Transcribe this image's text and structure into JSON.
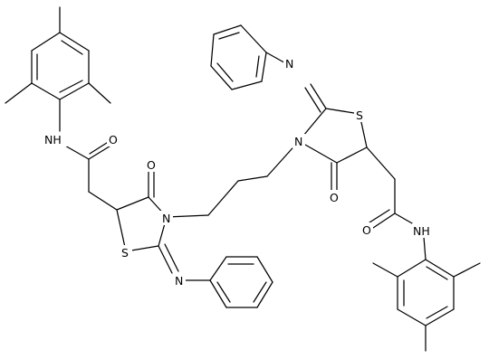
{
  "structure": {
    "atom_labels": {
      "nh_left": "NH",
      "o_amide_left": "O",
      "o_ring_left": "O",
      "n_ring_left": "N",
      "s_ring_left": "S",
      "n_imine_left": "N",
      "n_imine_right": "N",
      "s_ring_right": "S",
      "n_ring_right": "N",
      "o_ring_right": "O",
      "o_amide_right": "O",
      "nh_right": "NH"
    }
  }
}
